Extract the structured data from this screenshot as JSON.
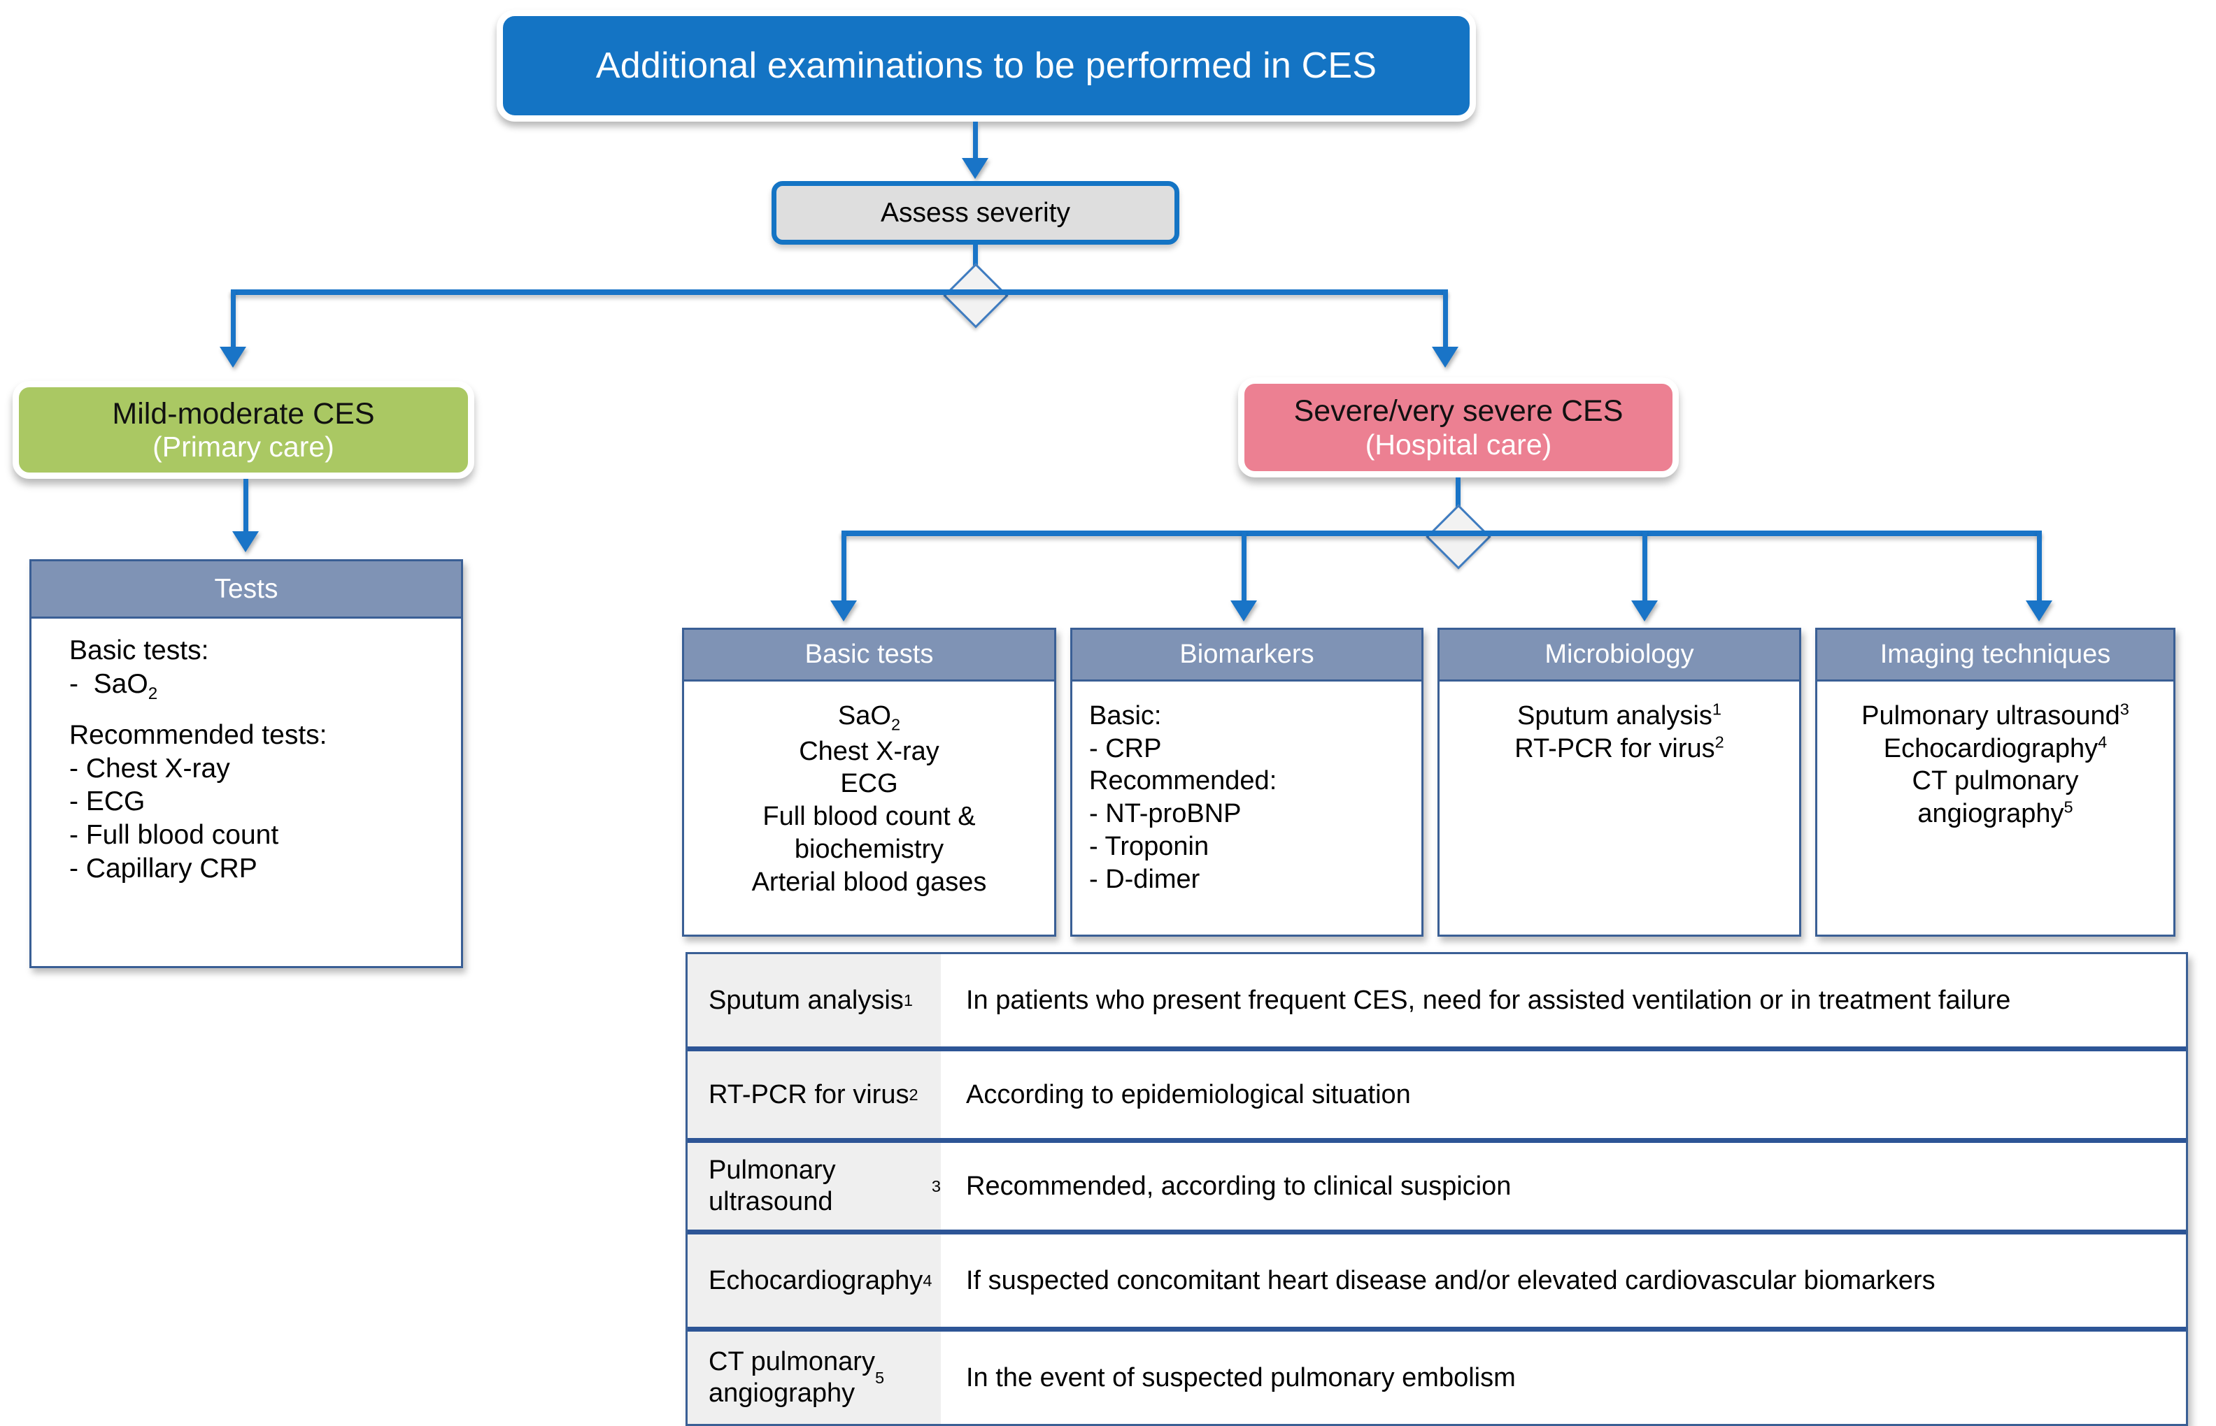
{
  "title": {
    "text": "Additional examinations to be performed in CES"
  },
  "decision": {
    "assess_label": "Assess severity"
  },
  "branches": {
    "mild": {
      "line1": "Mild-moderate CES",
      "line2": "(Primary care)"
    },
    "severe": {
      "line1": "Severe/very severe CES",
      "line2": "(Hospital care)"
    }
  },
  "tests_card": {
    "header": "Tests",
    "basic_heading": "Basic tests:",
    "basic_items": [
      "-  SaO₂"
    ],
    "recommended_heading": "Recommended tests:",
    "recommended_items": [
      "-  Chest X-ray",
      "-  ECG",
      "-  Full blood count",
      "-  Capillary CRP"
    ]
  },
  "columns": [
    {
      "header": "Basic tests",
      "lines": [
        "SaO₂",
        "Chest X-ray",
        "ECG",
        "Full blood count &",
        "biochemistry",
        "Arterial blood gases"
      ]
    },
    {
      "header": "Biomarkers",
      "basic_heading": "Basic:",
      "basic_items": [
        "-  CRP"
      ],
      "recommended_heading": "Recommended:",
      "recommended_items": [
        "-  NT-proBNP",
        "-  Troponin",
        "-  D-dimer"
      ]
    },
    {
      "header": "Microbiology",
      "lines": [
        "Sputum analysis",
        "RT-PCR for virus"
      ],
      "superscripts": [
        "1",
        "2"
      ]
    },
    {
      "header": "Imaging techniques",
      "lines": [
        "Pulmonary ultrasound",
        "Echocardiography",
        "CT pulmonary",
        "angiography"
      ],
      "superscripts": [
        "3",
        "4",
        "",
        "5"
      ]
    }
  ],
  "footnotes": [
    {
      "term": "Sputum analysis",
      "sup": "1",
      "desc": "In patients who present frequent CES, need for assisted ventilation or in treatment failure"
    },
    {
      "term": "RT-PCR for virus",
      "sup": "2",
      "desc": "According to epidemiological situation"
    },
    {
      "term": "Pulmonary ultrasound",
      "sup": "3",
      "desc": "Recommended, according to clinical suspicion"
    },
    {
      "term": "Echocardiography",
      "sup": "4",
      "desc": "If suspected concomitant heart disease and/or elevated cardiovascular biomarkers"
    },
    {
      "term": "CT pulmonary angiography",
      "sup": "5",
      "desc": "In the event of suspected pulmonary embolism"
    }
  ],
  "colors": {
    "title_blue": "#1474c4",
    "connector_blue": "#1974c7",
    "mild_green": "#aac863",
    "severe_pink": "#ec8092",
    "card_header_blue_gray": "#7f93b5",
    "card_border": "#3a5f95",
    "assess_gray": "#dedede",
    "table_term_gray": "#efefef"
  }
}
